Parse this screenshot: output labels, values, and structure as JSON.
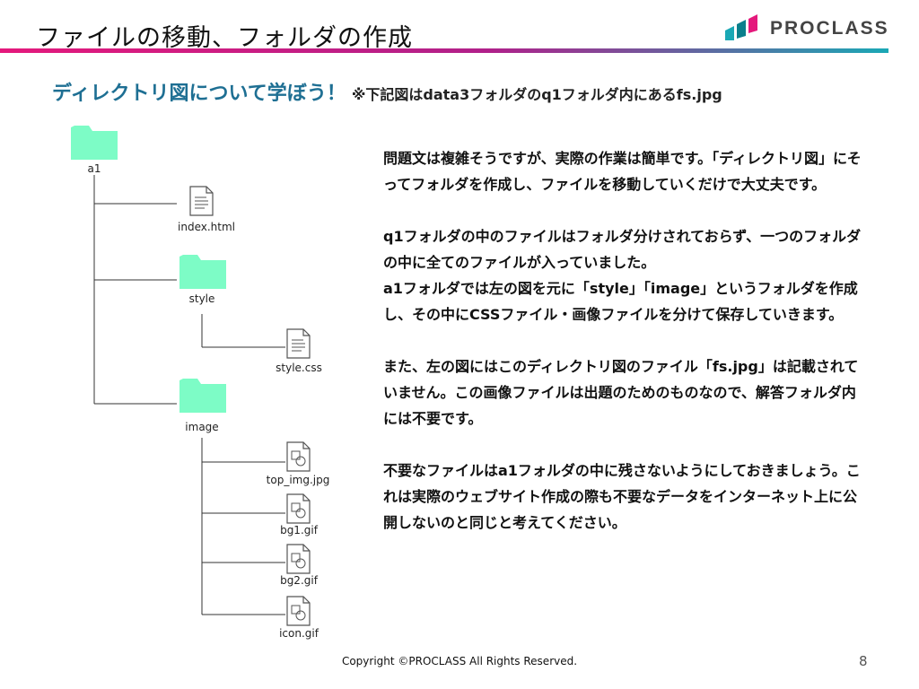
{
  "header": {
    "title": "ファイルの移動、フォルダの作成",
    "logo_text": "PROCLASS",
    "accent_pink": "#e4197c",
    "accent_teal": "#1aa8b5"
  },
  "subheading": {
    "main": "ディレクトリ図について学ぼう！",
    "note": "※下記図はdata3フォルダのq1フォルダ内にあるfs.jpg"
  },
  "tree": {
    "folder_color": "#7dfcc6",
    "root": {
      "label": "a1",
      "icon": "folder-icon"
    },
    "index": {
      "label": "index.html",
      "icon": "document-icon"
    },
    "style_folder": {
      "label": "style",
      "icon": "folder-icon"
    },
    "style_css": {
      "label": "style.css",
      "icon": "document-icon"
    },
    "image_folder": {
      "label": "image",
      "icon": "folder-icon"
    },
    "top_img": {
      "label": "top_img.jpg",
      "icon": "image-file-icon"
    },
    "bg1": {
      "label": "bg1.gif",
      "icon": "image-file-icon"
    },
    "bg2": {
      "label": "bg2.gif",
      "icon": "image-file-icon"
    },
    "icon_gif": {
      "label": "icon.gif",
      "icon": "image-file-icon"
    }
  },
  "body": {
    "p1": "問題文は複雑そうですが、実際の作業は簡単です。「ディレクトリ図」にそってフォルダを作成し、ファイルを移動していくだけで大丈夫です。",
    "p2a": "q1フォルダの中のファイルはフォルダ分けされておらず、一つのフォルダの中に全てのファイルが入っていました。",
    "p2b": "a1フォルダでは左の図を元に「style」「image」というフォルダを作成し、その中にCSSファイル・画像ファイルを分けて保存していきます。",
    "p3": "また、左の図にはこのディレクトリ図のファイル「fs.jpg」は記載されていません。この画像ファイルは出題のためのものなので、解答フォルダ内には不要です。",
    "p4": "不要なファイルはa1フォルダの中に残さないようにしておきましょう。これは実際のウェブサイト作成の際も不要なデータをインターネット上に公開しないのと同じと考えてください。"
  },
  "footer": {
    "copyright": "Copyright ©PROCLASS All Rights Reserved.",
    "page_number": "8"
  }
}
